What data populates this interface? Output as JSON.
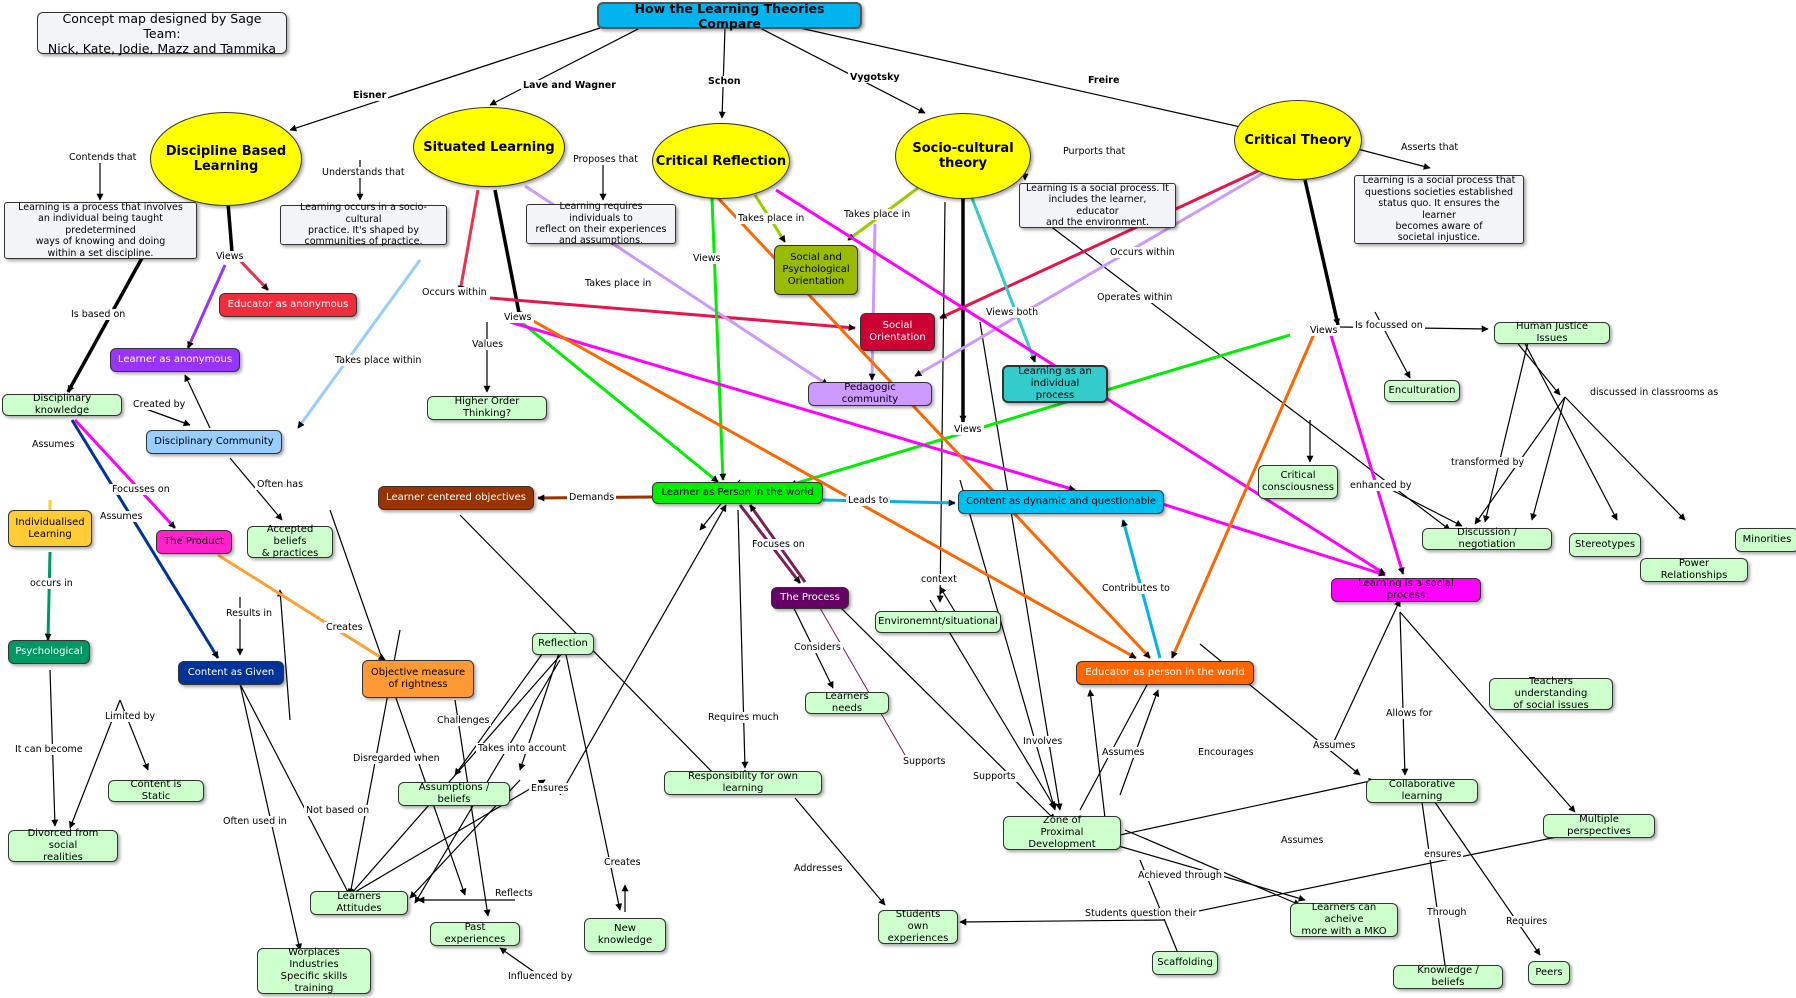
{
  "title": "How the Learning Theories Compare",
  "credit": "Concept map designed by Sage Team:\nNick, Kate, Jodie, Mazz and Tammika",
  "theories": {
    "discipline": "Discipline Based\nLearning",
    "situated": "Situated Learning",
    "critical_reflection": "Critical Reflection",
    "sociocultural": "Socio-cultural\ntheory",
    "critical_theory": "Critical Theory"
  },
  "theorists": {
    "eisner": "Eisner",
    "lave": "Lave and Wagner",
    "schon": "Schon",
    "vygotsky": "Vygotsky",
    "freire": "Freire"
  },
  "notes": {
    "discipline": "Learning is a process that involves\nan individual being taught predetermined\nways of knowing and doing\nwithin a set discipline.",
    "situated": "Learning occurs in a socio-cultural\npractice. It's shaped by\ncommunities of practice.",
    "reflection": "Learning requires individuals to\nreflect on their experiences\nand assumptions.",
    "sociocultural": "Learning is a social process. It\nincludes the learner, educator\nand the environment.",
    "critical": "Learning is a social process that\nquestions societies established\nstatus quo. It ensures the learner\nbecomes aware of\nsocietal injustice."
  },
  "nodes": {
    "educator_anon": "Educator as anonymous",
    "learner_anon": "Learner as anonymous",
    "disc_knowledge": "Disciplinary knowledge",
    "disc_community": "Disciplinary Community",
    "higher_order": "Higher Order Thinking?",
    "social_psych": "Social and\nPsychological\nOrientation",
    "social_orient": "Social\nOrientation",
    "learn_individual": "Learning as an\nindividual process",
    "pedagogic": "Pedagogic community",
    "human_justice": "Human Justice Issues",
    "enculturation": "Enculturation",
    "critical_consc": "Critical\nconsciousness",
    "discussion": "Discussion / negotiation",
    "stereotypes": "Stereotypes",
    "power": "Power  Relationships",
    "minorities": "Minorities",
    "individualised": "Individualised\nLearning",
    "the_product": "The Product",
    "accepted_beliefs": "Accepted beliefs\n& practices",
    "learner_centered": "Learner centered objectives",
    "learner_person": "Learner as Person in the world",
    "content_dynamic": "Content as dynamic and questionable",
    "the_process": "The Process",
    "environment": "Environemnt/situational",
    "learning_social": "Learning is a social process",
    "psychological": "Psychological",
    "content_given": "Content as Given",
    "objective_measure": "Objective measure\nof rightness",
    "reflection": "Reflection",
    "learners_needs": "Learners needs",
    "educator_person": "Educator as person in the world",
    "teachers_understanding": "Teachers understanding\nof social issues",
    "content_static": "Content is Static",
    "divorced": "Divorced from social\nrealities",
    "assumptions": "Assumptions / beliefs",
    "responsibility": "Responsibility for own learning",
    "collaborative": "Collaborative learning",
    "zpd": "Zone of\nProximal Development",
    "multiple_perspectives": "Multiple perspectives",
    "learners_attitudes": "Learners Attitudes",
    "past_experiences": "Past experiences",
    "new_knowledge": "New knowledge",
    "students_experiences": "Students own\nexperiences",
    "learners_mko": "Learners can acheive\nmore with a MKO",
    "scaffolding": "Scaffolding",
    "knowledge_beliefs": "Knowledge / beliefs",
    "peers": "Peers",
    "workplaces": "Worplaces\nIndustries\nSpecific skills training"
  },
  "links": {
    "contends": "Contends that",
    "understands": "Understands that",
    "proposes": "Proposes that",
    "purports": "Purports that",
    "asserts": "Asserts that",
    "views_1": "Views",
    "views_2": "Views",
    "views_3": "Views",
    "views_4": "Views",
    "views_5": "Views",
    "views_both": "Views both",
    "based_on": "Is based on",
    "occurs_within_1": "Occurs within",
    "occurs_within_2": "Occurs within",
    "takes_place_1": "Takes place in",
    "takes_place_2": "Takes place in",
    "takes_place_3": "Takes place in",
    "takes_place_within": "Takes place within",
    "values": "Values",
    "operates_within": "Operates within",
    "focussed_on": "Is focussed on",
    "discussed": "discussed in classrooms as",
    "created_by": "Created by",
    "assumes_1": "Assumes",
    "assumes_2": "Assumes",
    "assumes_3": "Assumes",
    "assumes_4": "Assumes",
    "assumes_5": "Assumes",
    "focusses_on": "Focusses on",
    "often_has": "Often has",
    "transformed_by": "transformed by",
    "enhanced_by": "enhanced by",
    "demands": "Demands",
    "leads_to": "Leads to",
    "occurs_in": "occurs in",
    "focuses_on": "Focuses on",
    "context": "context",
    "contributes_to": "Contributes to",
    "results_in": "Results in",
    "creates_1": "Creates",
    "creates_2": "Creates",
    "considers": "Considers",
    "limited_by": "Limited by",
    "can_become": "It can become",
    "challenges": "Challenges",
    "takes_into_account": "Takes into account",
    "requires_much": "Requires much",
    "involves": "Involves",
    "encourages": "Encourages",
    "allows_for": "Allows for",
    "disregarded": "Disregarded when",
    "not_based_on": "Not based on",
    "supports_1": "Supports",
    "supports_2": "Supports",
    "ensures_1": "Ensures",
    "ensures_2": "ensures",
    "often_used_in": "Often used in",
    "reflects": "Reflects",
    "addresses": "Addresses",
    "achieved_through": "Achieved through",
    "students_question": "Students question their",
    "through": "Through",
    "requires": "Requires",
    "influenced_by": "Influenced by"
  },
  "colors": {
    "yellow": "#ffff00",
    "green_pale": "#ccffcc",
    "bright_green": "#00ee00",
    "cyan": "#00c0f0",
    "magenta": "#ff00ff",
    "orange": "#ff6600",
    "red": "#cc0033",
    "purple": "#9933ff",
    "lavender": "#cc99ff",
    "light_blue": "#99ccff",
    "brown": "#993300",
    "teal": "#33cccc",
    "navy": "#003399",
    "dark_green": "#009966",
    "gold": "#ffcc33",
    "olive": "#99cc00"
  }
}
